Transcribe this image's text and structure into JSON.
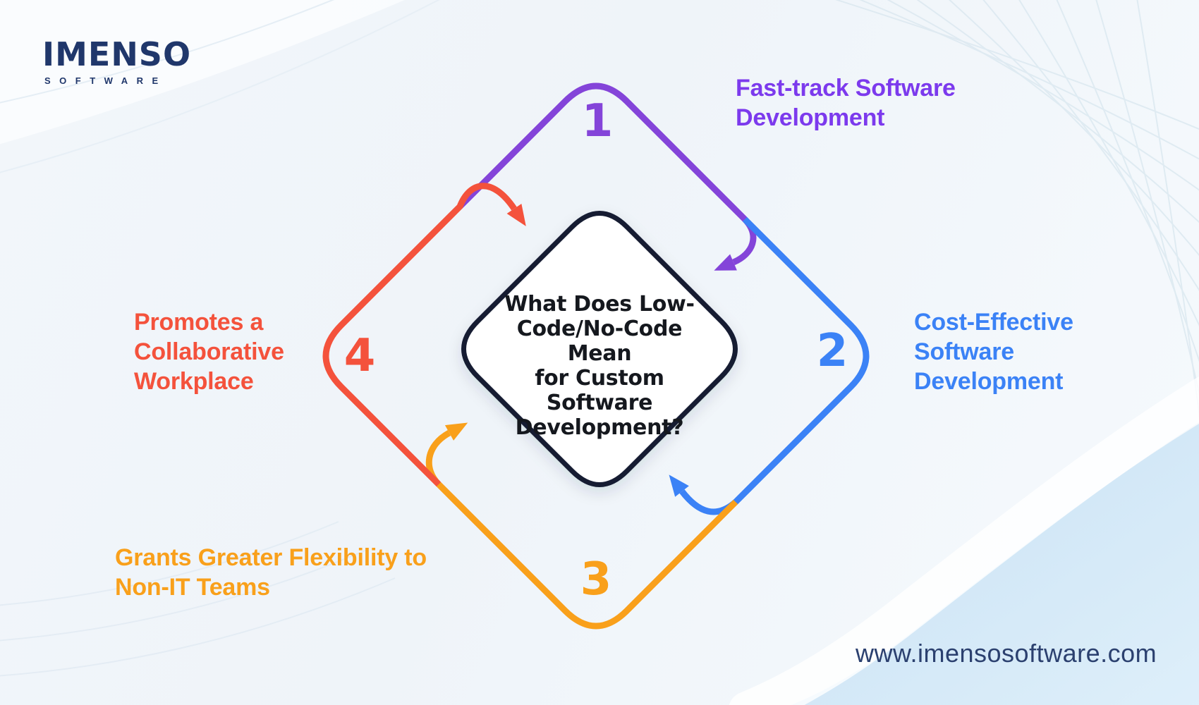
{
  "logo": {
    "title": "IMENSO",
    "subtitle": "SOFTWARE"
  },
  "center_card": {
    "title": "What Does Low-Code/No-Code Mean for Custom Software Development?",
    "title_lines": [
      "What Does Low-",
      "Code/No-Code Mean",
      "for Custom Software",
      "Development?"
    ],
    "border_color": "#121B33",
    "background": "#FFFFFF"
  },
  "steps": [
    {
      "number": "1",
      "label": "Fast-track Software Development",
      "label_lines": [
        "Fast-track Software",
        "Development"
      ],
      "color": "#8444D9",
      "text_color": "#7C3AED"
    },
    {
      "number": "2",
      "label": "Cost-Effective Software Development",
      "label_lines": [
        "Cost-Effective",
        "Software",
        "Development"
      ],
      "color": "#3B82F6",
      "text_color": "#3B82F6"
    },
    {
      "number": "3",
      "label": "Grants Greater Flexibility to Non-IT Teams",
      "label_lines": [
        "Grants Greater Flexibility to",
        "Non-IT Teams"
      ],
      "color": "#F9A01B",
      "text_color": "#F9A01B"
    },
    {
      "number": "4",
      "label": "Promotes a Collaborative Workplace",
      "label_lines": [
        "Promotes a",
        "Collaborative",
        "Workplace"
      ],
      "color": "#F4523C",
      "text_color": "#F4523C"
    }
  ],
  "footer": {
    "website": "www.imensosoftware.com"
  },
  "colors": {
    "background": "#F2F6FA",
    "navy_text": "#20376B",
    "title_text": "#15181E",
    "wave_line": "#D9E7EF",
    "corner_wave_dark": "#C8E1F4",
    "corner_wave_light": "#DEEFFA"
  }
}
